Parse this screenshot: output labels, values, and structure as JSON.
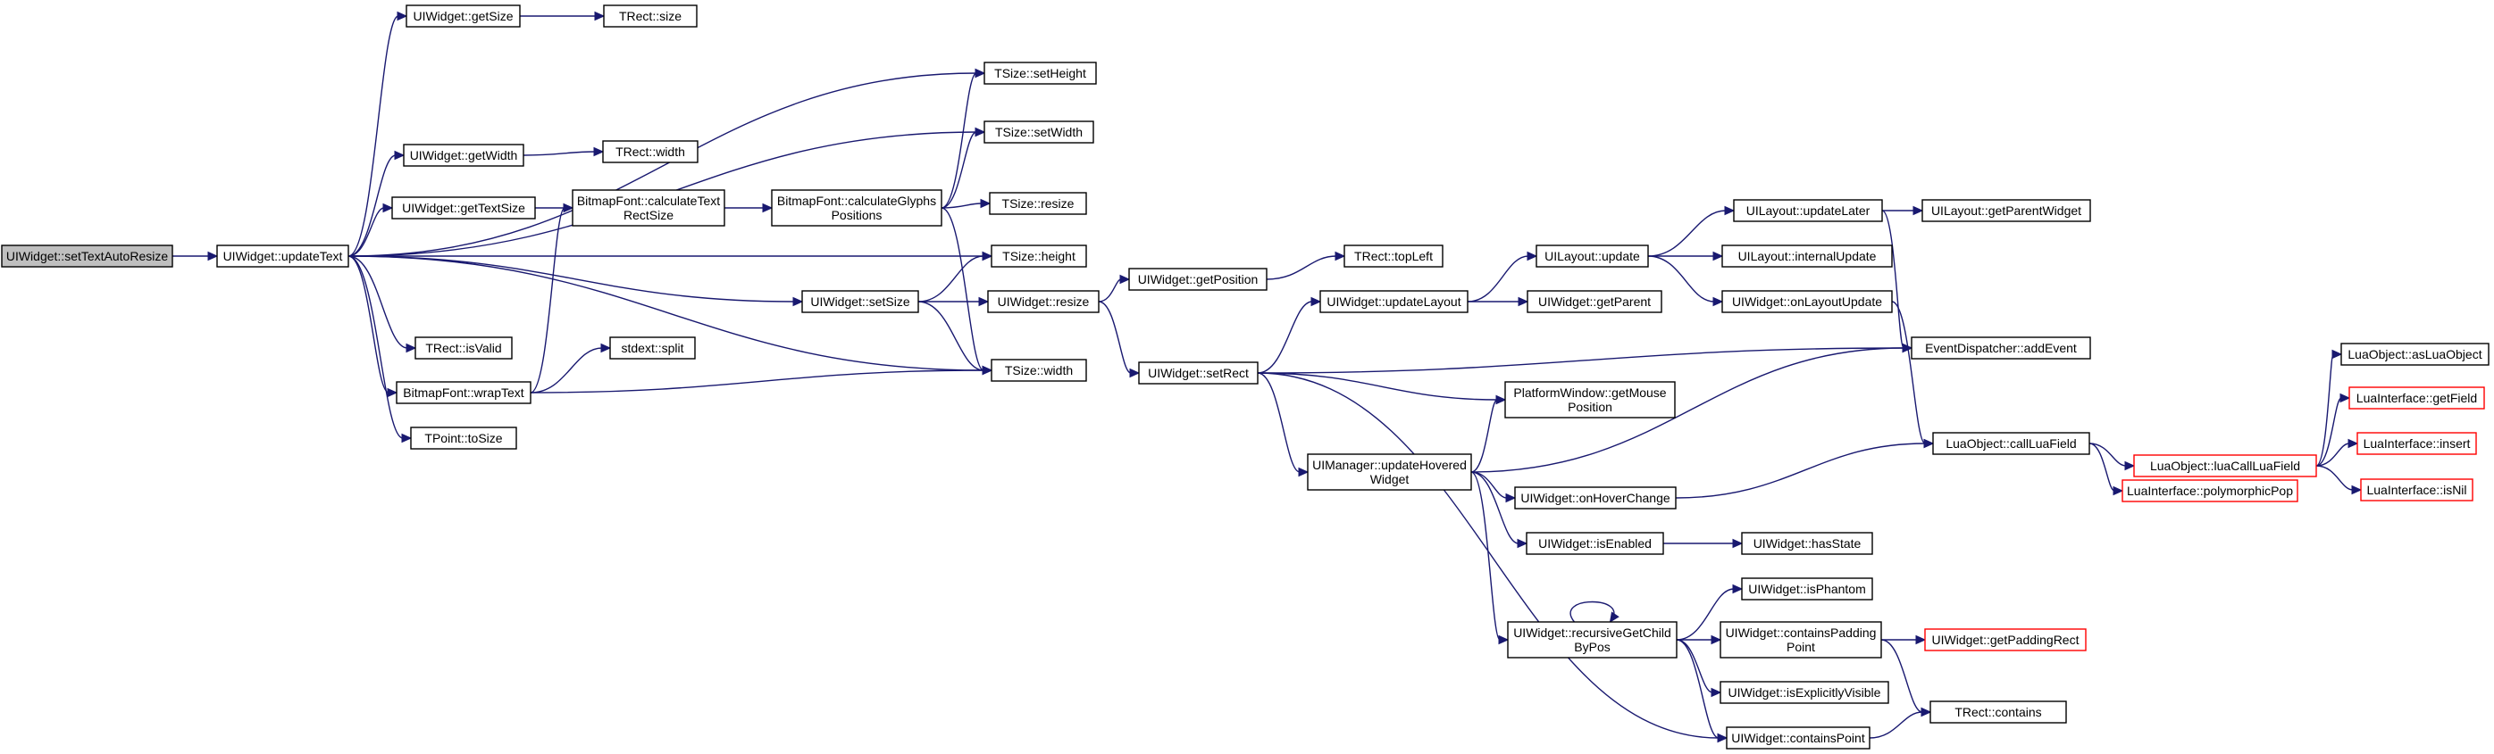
{
  "colors": {
    "edge": "#191970",
    "node_border": "#000000",
    "node_fill": "#ffffff",
    "root_fill": "#bfbfbf",
    "truncated_border": "#ff0000"
  },
  "nodes": [
    {
      "id": "setTextAutoResize",
      "lines": [
        "UIWidget::setTextAutoResize"
      ],
      "style": "root"
    },
    {
      "id": "updateText",
      "lines": [
        "UIWidget::updateText"
      ]
    },
    {
      "id": "getSize",
      "lines": [
        "UIWidget::getSize"
      ]
    },
    {
      "id": "TRect_size",
      "lines": [
        "TRect::size"
      ]
    },
    {
      "id": "setHeight",
      "lines": [
        "TSize::setHeight"
      ]
    },
    {
      "id": "setWidth",
      "lines": [
        "TSize::setWidth"
      ]
    },
    {
      "id": "getWidth",
      "lines": [
        "UIWidget::getWidth"
      ]
    },
    {
      "id": "TRect_width",
      "lines": [
        "TRect::width"
      ]
    },
    {
      "id": "getTextSize",
      "lines": [
        "UIWidget::getTextSize"
      ]
    },
    {
      "id": "calculateTextRectSize",
      "lines": [
        "BitmapFont::calculateText",
        "RectSize"
      ]
    },
    {
      "id": "calculateGlyphsPositions",
      "lines": [
        "BitmapFont::calculateGlyphs",
        "Positions"
      ]
    },
    {
      "id": "resize_tsize",
      "lines": [
        "TSize::resize"
      ]
    },
    {
      "id": "height",
      "lines": [
        "TSize::height"
      ]
    },
    {
      "id": "width",
      "lines": [
        "TSize::width"
      ]
    },
    {
      "id": "setSize",
      "lines": [
        "UIWidget::setSize"
      ]
    },
    {
      "id": "resize_widget",
      "lines": [
        "UIWidget::resize"
      ]
    },
    {
      "id": "getPosition",
      "lines": [
        "UIWidget::getPosition"
      ]
    },
    {
      "id": "topLeft",
      "lines": [
        "TRect::topLeft"
      ]
    },
    {
      "id": "isValid",
      "lines": [
        "TRect::isValid"
      ]
    },
    {
      "id": "split",
      "lines": [
        "stdext::split"
      ]
    },
    {
      "id": "wrapText",
      "lines": [
        "BitmapFont::wrapText"
      ]
    },
    {
      "id": "toSize",
      "lines": [
        "TPoint::toSize"
      ]
    },
    {
      "id": "setRect",
      "lines": [
        "UIWidget::setRect"
      ]
    },
    {
      "id": "updateLayout",
      "lines": [
        "UIWidget::updateLayout"
      ]
    },
    {
      "id": "getParent",
      "lines": [
        "UIWidget::getParent"
      ]
    },
    {
      "id": "layout_update",
      "lines": [
        "UILayout::update"
      ]
    },
    {
      "id": "updateLater",
      "lines": [
        "UILayout::updateLater"
      ]
    },
    {
      "id": "getParentWidget",
      "lines": [
        "UILayout::getParentWidget"
      ]
    },
    {
      "id": "internalUpdate",
      "lines": [
        "UILayout::internalUpdate"
      ]
    },
    {
      "id": "onLayoutUpdate",
      "lines": [
        "UIWidget::onLayoutUpdate"
      ]
    },
    {
      "id": "addEvent",
      "lines": [
        "EventDispatcher::addEvent"
      ]
    },
    {
      "id": "getMousePosition",
      "lines": [
        "PlatformWindow::getMouse",
        "Position"
      ]
    },
    {
      "id": "updateHoveredWidget",
      "lines": [
        "UIManager::updateHovered",
        "Widget"
      ]
    },
    {
      "id": "onHoverChange",
      "lines": [
        "UIWidget::onHoverChange"
      ]
    },
    {
      "id": "isEnabled",
      "lines": [
        "UIWidget::isEnabled"
      ]
    },
    {
      "id": "hasState",
      "lines": [
        "UIWidget::hasState"
      ]
    },
    {
      "id": "callLuaField",
      "lines": [
        "LuaObject::callLuaField"
      ]
    },
    {
      "id": "luaCallLuaField",
      "lines": [
        "LuaObject::luaCallLuaField"
      ],
      "style": "truncated"
    },
    {
      "id": "asLuaObject",
      "lines": [
        "LuaObject::asLuaObject"
      ]
    },
    {
      "id": "getField",
      "lines": [
        "LuaInterface::getField"
      ],
      "style": "truncated"
    },
    {
      "id": "insert",
      "lines": [
        "LuaInterface::insert"
      ],
      "style": "truncated"
    },
    {
      "id": "isNil",
      "lines": [
        "LuaInterface::isNil"
      ],
      "style": "truncated"
    },
    {
      "id": "polymorphicPop",
      "lines": [
        "LuaInterface::polymorphicPop"
      ],
      "style": "truncated"
    },
    {
      "id": "recursiveGetChildByPos",
      "lines": [
        "UIWidget::recursiveGetChild",
        "ByPos"
      ]
    },
    {
      "id": "isPhantom",
      "lines": [
        "UIWidget::isPhantom"
      ]
    },
    {
      "id": "containsPaddingPoint",
      "lines": [
        "UIWidget::containsPadding",
        "Point"
      ]
    },
    {
      "id": "getPaddingRect",
      "lines": [
        "UIWidget::getPaddingRect"
      ],
      "style": "truncated"
    },
    {
      "id": "isExplicitlyVisible",
      "lines": [
        "UIWidget::isExplicitlyVisible"
      ]
    },
    {
      "id": "contains",
      "lines": [
        "TRect::contains"
      ]
    },
    {
      "id": "containsPoint",
      "lines": [
        "UIWidget::containsPoint"
      ]
    }
  ],
  "edges": [
    [
      "setTextAutoResize",
      "updateText"
    ],
    [
      "updateText",
      "getSize"
    ],
    [
      "updateText",
      "setHeight"
    ],
    [
      "updateText",
      "setWidth"
    ],
    [
      "updateText",
      "getWidth"
    ],
    [
      "updateText",
      "getTextSize"
    ],
    [
      "updateText",
      "height"
    ],
    [
      "updateText",
      "setSize"
    ],
    [
      "updateText",
      "isValid"
    ],
    [
      "updateText",
      "wrapText"
    ],
    [
      "updateText",
      "toSize"
    ],
    [
      "updateText",
      "width"
    ],
    [
      "getSize",
      "TRect_size"
    ],
    [
      "getWidth",
      "TRect_width"
    ],
    [
      "getTextSize",
      "calculateTextRectSize"
    ],
    [
      "calculateTextRectSize",
      "calculateGlyphsPositions"
    ],
    [
      "calculateGlyphsPositions",
      "setHeight"
    ],
    [
      "calculateGlyphsPositions",
      "setWidth"
    ],
    [
      "calculateGlyphsPositions",
      "resize_tsize"
    ],
    [
      "calculateGlyphsPositions",
      "width"
    ],
    [
      "wrapText",
      "calculateTextRectSize"
    ],
    [
      "wrapText",
      "split"
    ],
    [
      "wrapText",
      "width"
    ],
    [
      "setSize",
      "height"
    ],
    [
      "setSize",
      "resize_widget"
    ],
    [
      "setSize",
      "width"
    ],
    [
      "resize_widget",
      "getPosition"
    ],
    [
      "resize_widget",
      "setRect"
    ],
    [
      "getPosition",
      "topLeft"
    ],
    [
      "setRect",
      "updateLayout"
    ],
    [
      "setRect",
      "addEvent"
    ],
    [
      "setRect",
      "getMousePosition"
    ],
    [
      "setRect",
      "updateHoveredWidget"
    ],
    [
      "setRect",
      "containsPoint"
    ],
    [
      "updateLayout",
      "layout_update"
    ],
    [
      "updateLayout",
      "getParent"
    ],
    [
      "layout_update",
      "updateLater"
    ],
    [
      "layout_update",
      "internalUpdate"
    ],
    [
      "layout_update",
      "onLayoutUpdate"
    ],
    [
      "updateLater",
      "getParentWidget"
    ],
    [
      "updateLater",
      "addEvent"
    ],
    [
      "onLayoutUpdate",
      "callLuaField"
    ],
    [
      "updateHoveredWidget",
      "getMousePosition"
    ],
    [
      "updateHoveredWidget",
      "addEvent"
    ],
    [
      "updateHoveredWidget",
      "onHoverChange"
    ],
    [
      "updateHoveredWidget",
      "isEnabled"
    ],
    [
      "updateHoveredWidget",
      "recursiveGetChildByPos"
    ],
    [
      "onHoverChange",
      "callLuaField"
    ],
    [
      "isEnabled",
      "hasState"
    ],
    [
      "callLuaField",
      "luaCallLuaField"
    ],
    [
      "callLuaField",
      "polymorphicPop"
    ],
    [
      "luaCallLuaField",
      "asLuaObject"
    ],
    [
      "luaCallLuaField",
      "getField"
    ],
    [
      "luaCallLuaField",
      "insert"
    ],
    [
      "luaCallLuaField",
      "isNil"
    ],
    [
      "recursiveGetChildByPos",
      "recursiveGetChildByPos"
    ],
    [
      "recursiveGetChildByPos",
      "isPhantom"
    ],
    [
      "recursiveGetChildByPos",
      "containsPaddingPoint"
    ],
    [
      "recursiveGetChildByPos",
      "isExplicitlyVisible"
    ],
    [
      "recursiveGetChildByPos",
      "containsPoint"
    ],
    [
      "containsPaddingPoint",
      "getPaddingRect"
    ],
    [
      "containsPaddingPoint",
      "contains"
    ],
    [
      "containsPoint",
      "contains"
    ]
  ]
}
